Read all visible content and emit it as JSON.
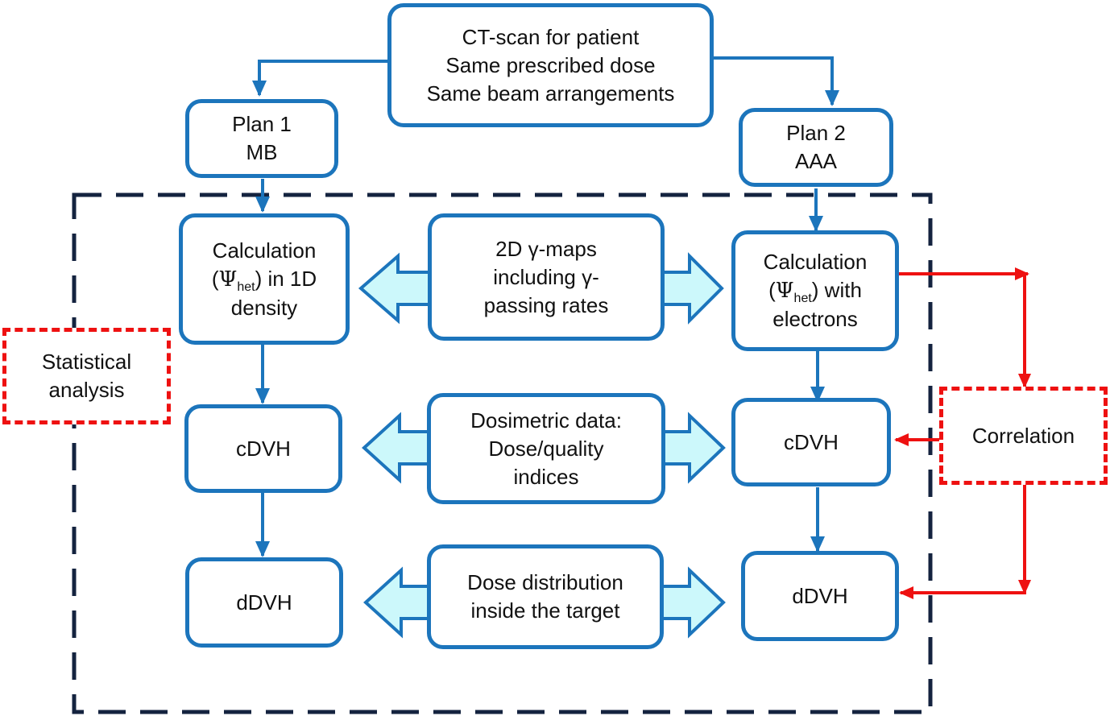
{
  "nodes": {
    "ct_scan": {
      "lines": [
        "CT-scan for patient",
        "Same prescribed dose",
        "Same beam arrangements"
      ]
    },
    "plan1": {
      "lines": [
        "Plan 1",
        "MB"
      ]
    },
    "plan2": {
      "lines": [
        "Plan 2",
        "AAA"
      ]
    },
    "calc1": {
      "line1": "Calculation",
      "psi": "Ψ",
      "sub": "het",
      "line2_suffix": ") in 1D",
      "line3": "density"
    },
    "calc2": {
      "line1": "Calculation",
      "psi": "Ψ",
      "sub": "het",
      "line2_suffix": ") with",
      "line3": "electrons"
    },
    "gamma": {
      "lines": [
        "2D γ-maps",
        "including γ-",
        "passing rates"
      ]
    },
    "cdvh1": {
      "label": "cDVH"
    },
    "cdvh2": {
      "label": "cDVH"
    },
    "dosimetric": {
      "lines": [
        "Dosimetric data:",
        "Dose/quality",
        "indices"
      ]
    },
    "ddvh1": {
      "label": "dDVH"
    },
    "ddvh2": {
      "label": "dDVH"
    },
    "dose_dist": {
      "lines": [
        "Dose distribution",
        "inside the target"
      ]
    },
    "statistical": {
      "lines": [
        "Statistical",
        "analysis"
      ]
    },
    "correlation": {
      "label": "Correlation"
    }
  },
  "colors": {
    "blue": "#1c75bc",
    "red": "#ee1111",
    "navy": "#14233f",
    "arrow_fill": "#ccf8fb"
  }
}
